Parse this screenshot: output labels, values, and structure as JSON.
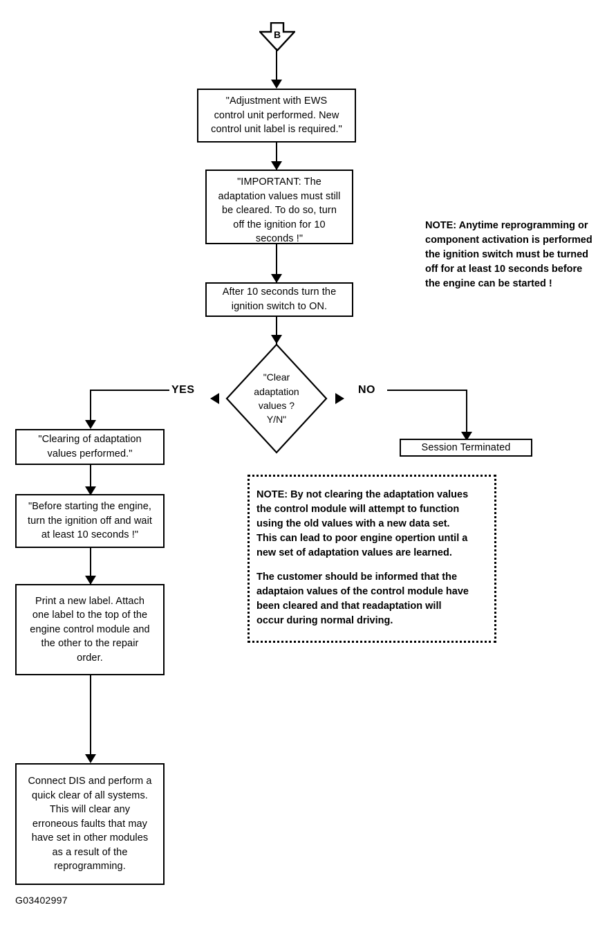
{
  "figure": {
    "id": "G03402997"
  },
  "connector": {
    "label": "B",
    "name": "off-page-connector-b"
  },
  "nodes": {
    "adjustment_ews": "\"Adjustment with EWS\ncontrol unit performed.  New\ncontrol unit label is required.\"",
    "important_clear": "\"IMPORTANT: The\nadaptation values must still\nbe cleared.  To do so, turn\noff the ignition for 10\nseconds !\"",
    "after_10_seconds": "After 10 seconds turn the\nignition switch to ON.",
    "decision_clear": "\"Clear\nadaptation\nvalues ?\nY/N\"",
    "clearing_performed": "\"Clearing of adaptation\nvalues performed.\"",
    "before_starting": "\"Before starting the engine,\nturn the ignition off and wait\nat least 10 seconds !\"",
    "print_label": "Print a new label.  Attach\none label to the top of the\nengine control module and\nthe other to the repair\norder.",
    "connect_dis": "Connect DIS and perform a\nquick clear of all systems.\nThis will clear any\nerroneous faults that may\nhave set in other modules\nas a result of the\nreprogramming.",
    "session_terminated": "Session Terminated"
  },
  "branches": {
    "yes": "YES",
    "no": "NO"
  },
  "notes": {
    "ignition": "NOTE: Anytime reprogramming or\ncomponent activation is performed\nthe ignition switch must be turned\noff for at least 10 seconds before\nthe engine can be started !",
    "adaptation_para1": "NOTE: By not clearing the adaptation values\nthe control module will attempt to function\nusing the old values with a new data set.\nThis can lead to poor engine opertion until a\nnew set of adaptation values are learned.",
    "adaptation_para2": "The customer should be informed that the\nadaptaion values of the control module have\nbeen cleared and that readaptation will\noccur during normal driving."
  }
}
